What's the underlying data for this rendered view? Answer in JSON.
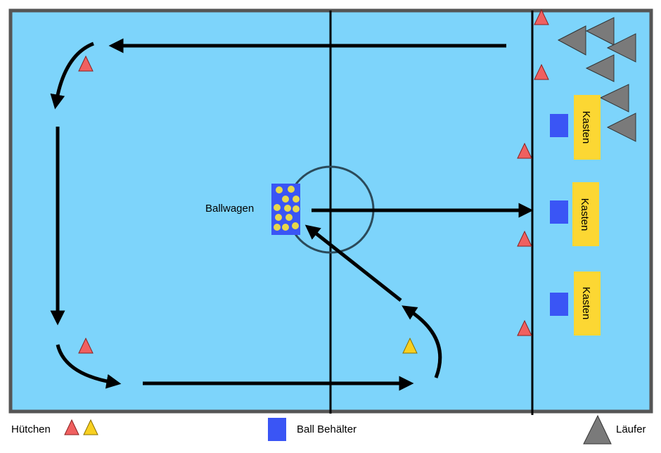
{
  "colors": {
    "field": "#7dd4fb",
    "border": "#555555",
    "line": "#000000",
    "circle": "#2b4a5a",
    "cone_red": "#f06060",
    "cone_yellow": "#f8d020",
    "runner": "#7a7a7a",
    "container": "#3a55f5",
    "kasten": "#fcd733",
    "ball": "#e8d84a"
  },
  "field": {
    "ballwagen_label": "Ballwagen",
    "kasten_labels": [
      "Kasten",
      "Kasten",
      "Kasten"
    ]
  },
  "legend": {
    "cones_label": "Hütchen",
    "container_label": "Ball Behälter",
    "runner_label": "Läufer"
  },
  "icons": {
    "cone": "triangle",
    "runner": "triangle",
    "container": "square"
  }
}
